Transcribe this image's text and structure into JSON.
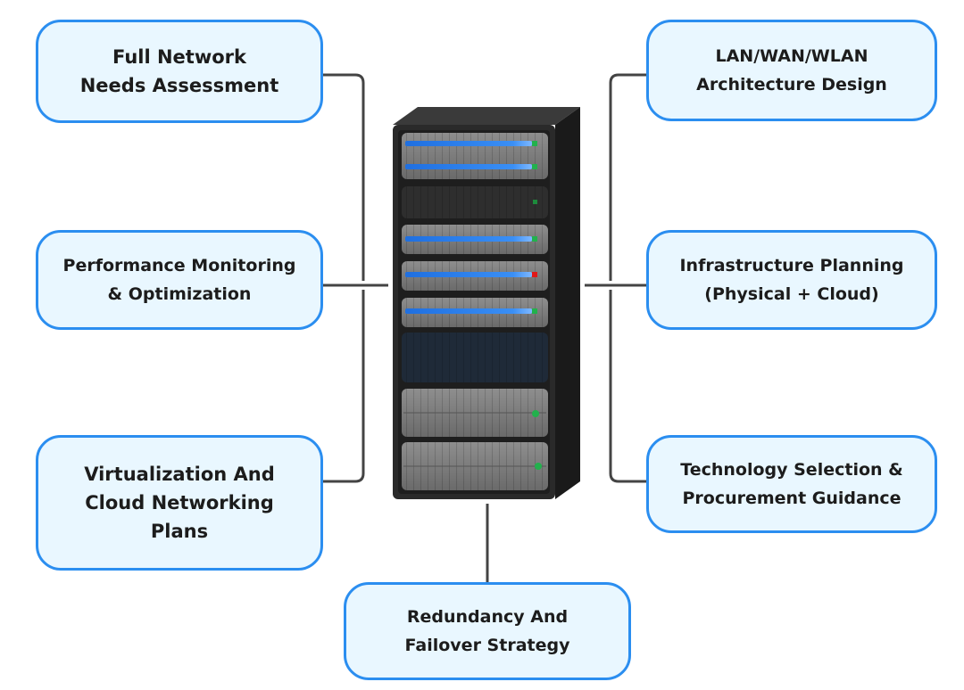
{
  "diagram": {
    "type": "hub-and-spoke",
    "center": {
      "label": "server-rack",
      "icon": "server-rack-icon"
    },
    "nodes": [
      {
        "id": "needs",
        "lines": [
          "Full Network",
          "Needs Assessment"
        ]
      },
      {
        "id": "perf",
        "lines": [
          "Performance Monitoring",
          "& Optimization"
        ]
      },
      {
        "id": "virt",
        "lines": [
          "Virtualization And",
          "Cloud Networking",
          "Plans"
        ]
      },
      {
        "id": "lan",
        "lines": [
          "LAN/WAN/WLAN",
          "Architecture Design"
        ]
      },
      {
        "id": "infra",
        "lines": [
          "Infrastructure Planning",
          "(Physical + Cloud)"
        ]
      },
      {
        "id": "tech",
        "lines": [
          "Technology Selection &",
          "Procurement Guidance"
        ]
      },
      {
        "id": "redund",
        "lines": [
          "Redundancy And",
          "Failover Strategy"
        ]
      }
    ],
    "colors": {
      "box_fill": "#e9f7ff",
      "box_border": "#2b8ef0",
      "connector": "#444444",
      "led_ok": "#22b14c",
      "led_alert": "#e01818",
      "drive_bar": "#2f86f5"
    }
  }
}
